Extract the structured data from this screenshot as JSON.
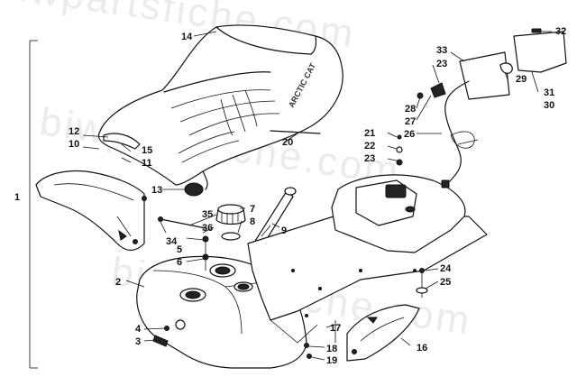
{
  "watermark": "biwpartsfiche.com",
  "seat_brand": "ARCTIC CAT",
  "callouts": [
    "1",
    "2",
    "3",
    "4",
    "5",
    "6",
    "7",
    "8",
    "9",
    "10",
    "11",
    "12",
    "13",
    "14",
    "15",
    "16",
    "17",
    "18",
    "19",
    "20",
    "21",
    "22",
    "23",
    "23",
    "24",
    "25",
    "26",
    "27",
    "28",
    "29",
    "30",
    "31",
    "32",
    "33",
    "34",
    "35",
    "36"
  ]
}
